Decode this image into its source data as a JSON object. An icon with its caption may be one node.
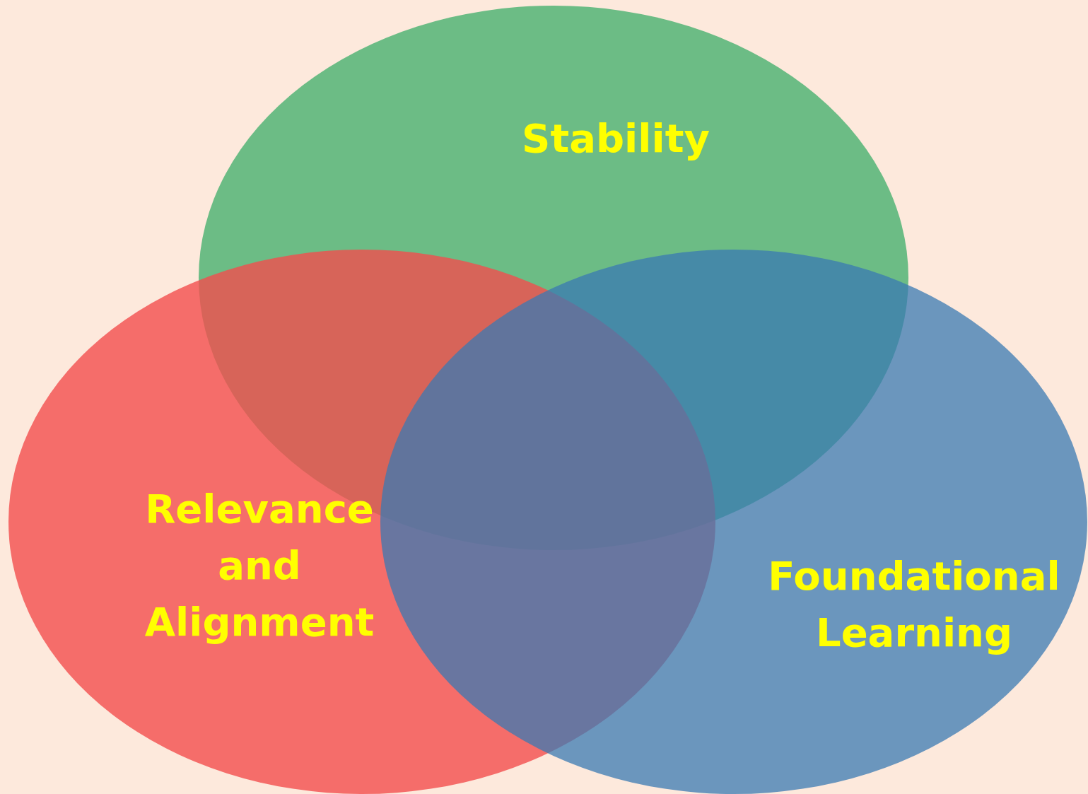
{
  "diagram": {
    "nodes": [
      {
        "text": [
          "Stability"
        ]
      },
      {
        "text": [
          "Relevance and Alignment"
        ]
      },
      {
        "text": [
          "Foundational Learning"
        ]
      }
    ]
  }
}
